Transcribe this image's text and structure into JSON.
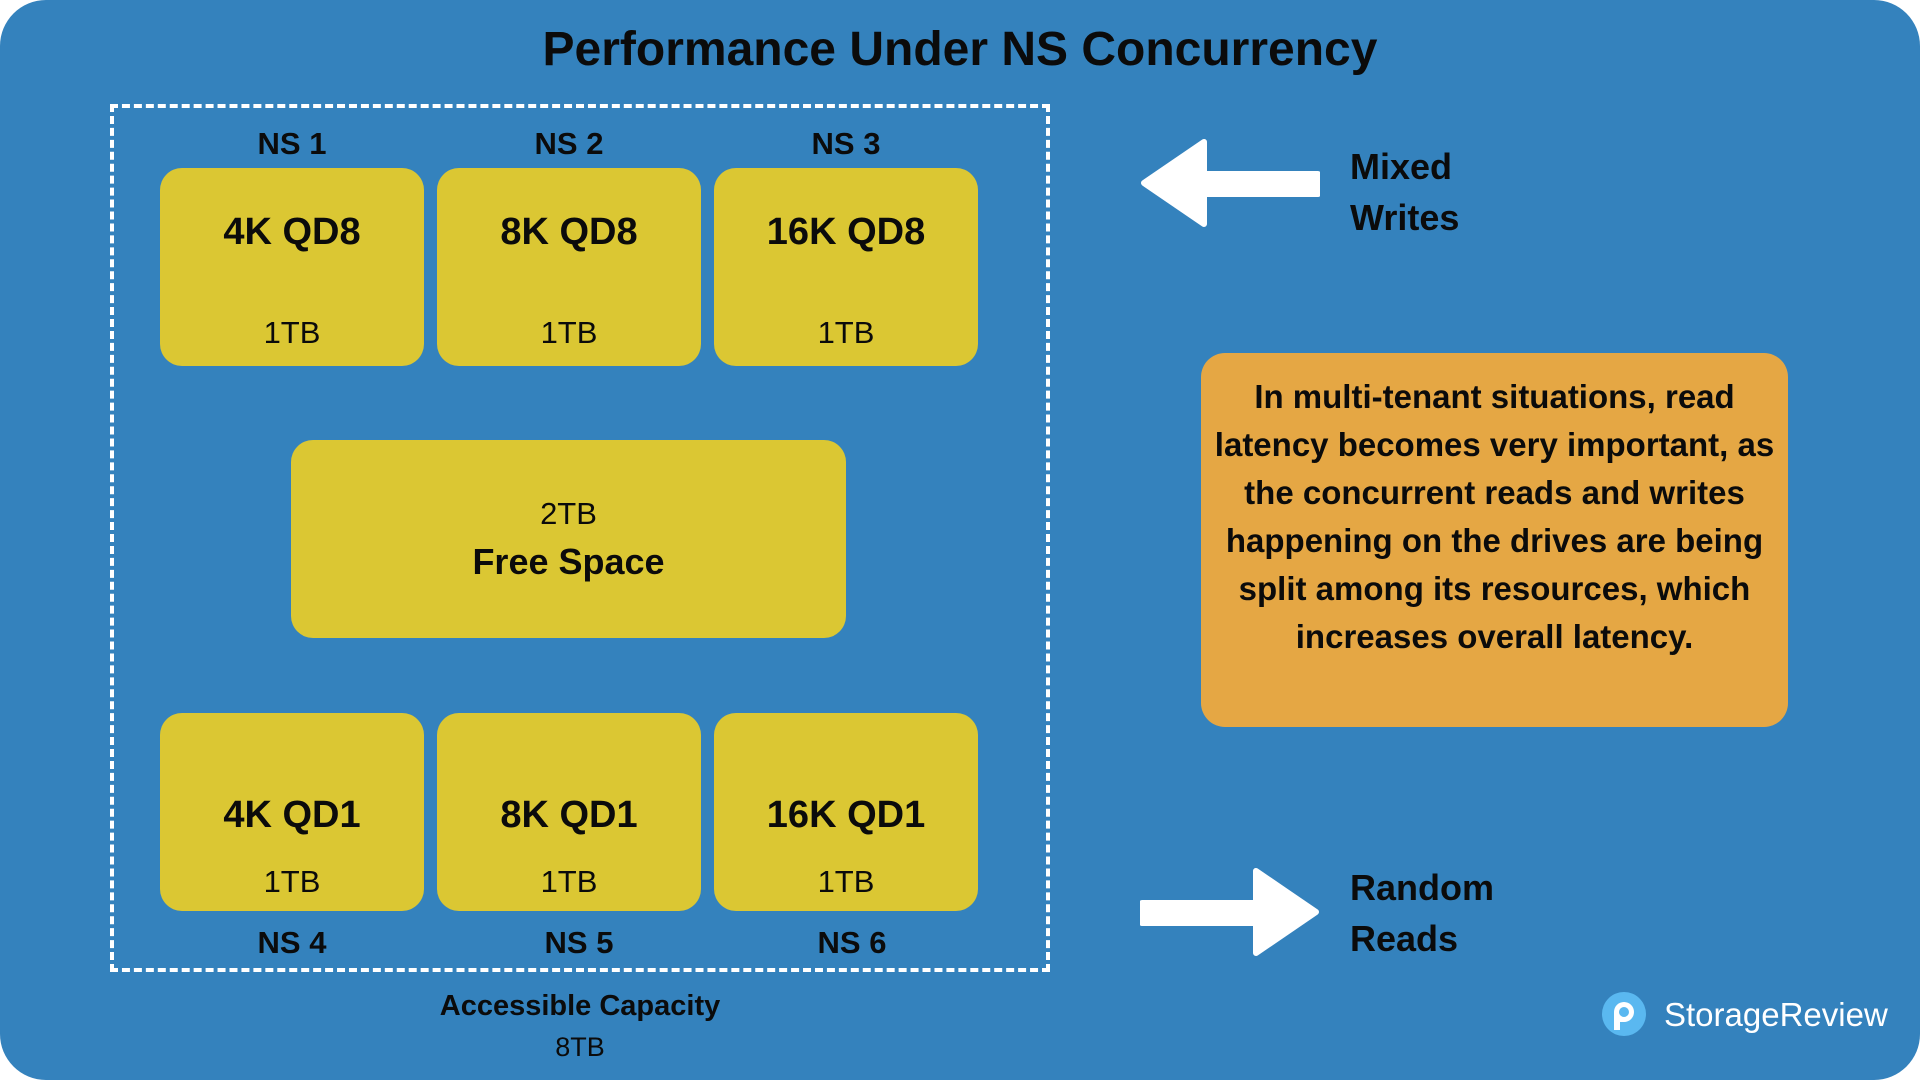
{
  "title": "Performance Under NS Concurrency",
  "top_row": [
    {
      "ns": "NS 1",
      "workload": "4K QD8",
      "size": "1TB"
    },
    {
      "ns": "NS 2",
      "workload": "8K QD8",
      "size": "1TB"
    },
    {
      "ns": "NS 3",
      "workload": "16K QD8",
      "size": "1TB"
    }
  ],
  "free_space": {
    "size": "2TB",
    "label": "Free Space"
  },
  "bottom_row": [
    {
      "ns": "NS 4",
      "workload": "4K QD1",
      "size": "1TB"
    },
    {
      "ns": "NS 5",
      "workload": "8K QD1",
      "size": "1TB"
    },
    {
      "ns": "NS 6",
      "workload": "16K QD1",
      "size": "1TB"
    }
  ],
  "capacity": {
    "label": "Accessible Capacity",
    "value": "8TB"
  },
  "arrows": {
    "writes": "Mixed\nWrites",
    "reads": "Random\nReads"
  },
  "note": "In multi-tenant situations, read latency becomes very important, as the concurrent reads and writes happening on the drives are being split among its resources, which increases overall latency.",
  "brand": "StorageReview",
  "colors": {
    "background": "#3482bd",
    "block": "#dbc733",
    "note": "#e5a744",
    "arrow": "#ffffff"
  },
  "icons": {
    "writes_arrow": "arrow-left-icon",
    "reads_arrow": "arrow-right-icon",
    "logo": "storagereview-logo-icon"
  }
}
